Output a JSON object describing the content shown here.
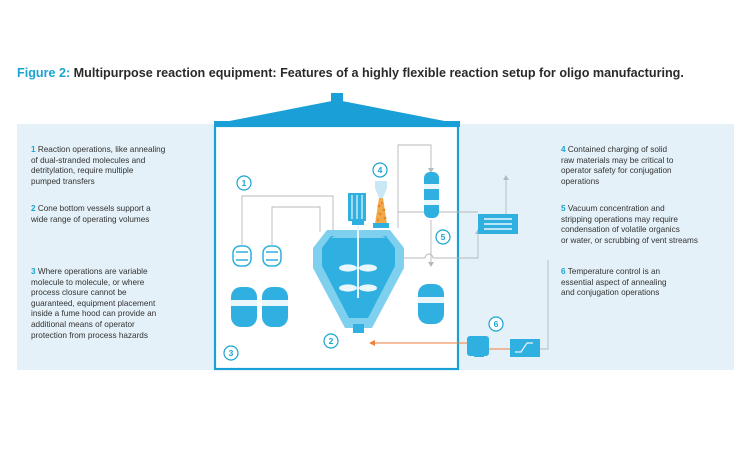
{
  "title": {
    "label": "Figure 2:",
    "text": " Multipurpose reaction equipment: Features of a highly flexible reaction setup for oligo manufacturing."
  },
  "colors": {
    "accent": "#1aa4cf",
    "vessel_light": "#7fd0ef",
    "vessel_dark": "#2fb0e0",
    "panel": "#e4f1f8",
    "heat_line": "#f07f3c"
  },
  "notes": {
    "n1": {
      "num": "1",
      "lines": [
        " Reaction operations, like annealing",
        "of dual-stranded molecules and",
        "detritylation, require multiple",
        "pumped transfers"
      ]
    },
    "n2": {
      "num": "2",
      "lines": [
        " Cone bottom vessels support a",
        "wide range of operating volumes"
      ]
    },
    "n3": {
      "num": "3",
      "lines": [
        " Where operations are variable",
        "molecule to molecule, or where",
        "process closure cannot be",
        "guaranteed, equipment placement",
        "inside a fume hood can provide an",
        "additional means of operator",
        "protection from process hazards"
      ]
    },
    "n4": {
      "num": "4",
      "lines": [
        " Contained charging of solid",
        "raw materials may be critical to",
        "operator safety for conjugation",
        "operations"
      ]
    },
    "n5": {
      "num": "5",
      "lines": [
        " Vacuum concentration and",
        "stripping operations may require",
        "condensation of volatile organics",
        "or water, or scrubbing of vent streams"
      ]
    },
    "n6": {
      "num": "6",
      "lines": [
        " Temperature control is an",
        "essential aspect of annealing",
        "and conjugation operations"
      ]
    }
  },
  "badges": [
    "1",
    "2",
    "3",
    "4",
    "5",
    "6"
  ]
}
